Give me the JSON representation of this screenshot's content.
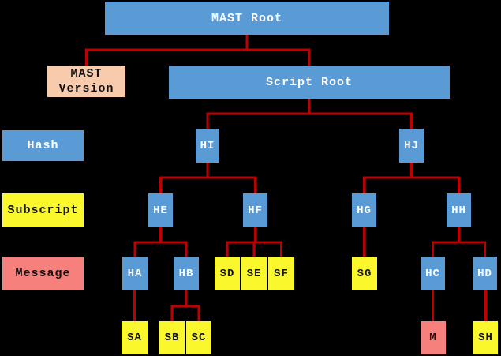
{
  "colors": {
    "background": "#000000",
    "hash_blue": "#5B9BD5",
    "subscript_yellow": "#FBF72D",
    "version_peach": "#F8CBAD",
    "message_pink": "#F5807C",
    "connector_red": "#C00000",
    "text_on_blue": "#FFFFFF",
    "text_on_light": "#000000"
  },
  "row_labels": {
    "hash": "Hash",
    "subscript": "Subscript",
    "message": "Message"
  },
  "nodes": {
    "mast_root": {
      "label": "MAST Root"
    },
    "mast_version": {
      "label": "MAST\nVersion"
    },
    "script_root": {
      "label": "Script Root"
    },
    "hi": {
      "label": "HI"
    },
    "hj": {
      "label": "HJ"
    },
    "he": {
      "label": "HE"
    },
    "hf": {
      "label": "HF"
    },
    "hg": {
      "label": "HG"
    },
    "hh": {
      "label": "HH"
    },
    "ha": {
      "label": "HA"
    },
    "hb": {
      "label": "HB"
    },
    "sd": {
      "label": "SD"
    },
    "se": {
      "label": "SE"
    },
    "sf": {
      "label": "SF"
    },
    "sg": {
      "label": "SG"
    },
    "hc": {
      "label": "HC"
    },
    "hd": {
      "label": "HD"
    },
    "sa": {
      "label": "SA"
    },
    "sb": {
      "label": "SB"
    },
    "sc": {
      "label": "SC"
    },
    "m": {
      "label": "M"
    },
    "sh": {
      "label": "SH"
    }
  },
  "hierarchy": {
    "MAST Root": [
      "MAST Version",
      "Script Root"
    ],
    "Script Root": [
      "HI",
      "HJ"
    ],
    "HI": [
      "HE",
      "HF"
    ],
    "HJ": [
      "HG",
      "HH"
    ],
    "HE": [
      "HA",
      "HB"
    ],
    "HF": [
      "SD",
      "SE",
      "SF"
    ],
    "HG": [
      "SG"
    ],
    "HH": [
      "HC",
      "HD"
    ],
    "HA": [
      "SA"
    ],
    "HB": [
      "SB",
      "SC"
    ],
    "HC": [
      "M"
    ],
    "HD": [
      "SH"
    ]
  }
}
